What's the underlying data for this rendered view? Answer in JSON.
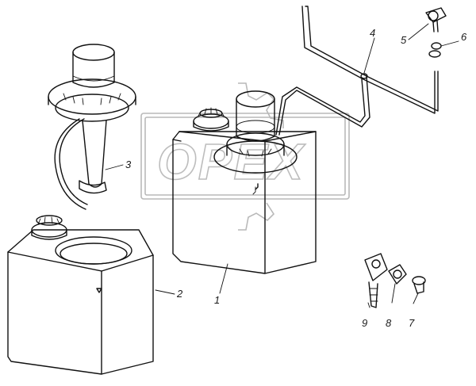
{
  "diagram": {
    "watermark_text": "OPEX",
    "callouts": {
      "tank_large": "1",
      "tank_small": "2",
      "pump_unit": "3",
      "hose": "4",
      "elbow_fitting": "5",
      "washer": "6",
      "plug": "7",
      "nut": "8",
      "nozzle_fitting": "9"
    }
  }
}
